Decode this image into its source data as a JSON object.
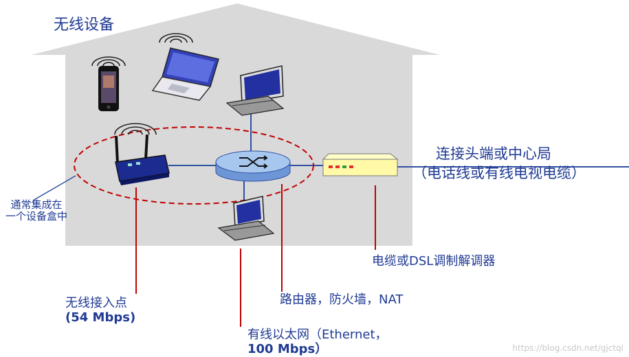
{
  "title": "无线设备",
  "labels": {
    "integrated": [
      "通常集成在",
      "一个设备盒中"
    ],
    "uplink": [
      "连接头端或中心局",
      "（电话线或有线电视电缆）"
    ],
    "modem": "电缆或DSL调制解调器",
    "router": "路由器，防火墙，NAT",
    "ap_line1": "无线接入点",
    "ap_line2": "(54 Mbps)",
    "eth_line1": "有线以太网（Ethernet，",
    "eth_line2": "100 Mbps）"
  },
  "watermark": "https://blog.csdn.net/gjctql",
  "colors": {
    "house": "#d9d9d9",
    "label": "#1f3a93",
    "pointer": "#c00000",
    "link": "#2f4fa0",
    "router_body": "#a7c7ef",
    "modem_body": "#fff9a8"
  }
}
